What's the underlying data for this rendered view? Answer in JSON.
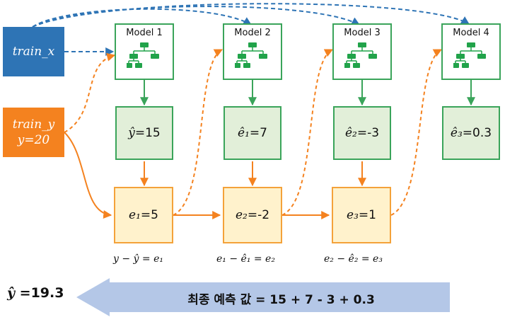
{
  "inputs": {
    "train_x": "train_x",
    "train_y_line1": "train_y",
    "train_y_line2": "y=20"
  },
  "models": [
    {
      "label": "Model 1"
    },
    {
      "label": "Model 2"
    },
    {
      "label": "Model 3"
    },
    {
      "label": "Model 4"
    }
  ],
  "predictions": [
    {
      "symbol": "ŷ",
      "value": " =15"
    },
    {
      "symbol": "ê₁",
      "value": " =7"
    },
    {
      "symbol": "ê₂",
      "value": " =-3"
    },
    {
      "symbol": "ê₃",
      "value": " =0.3"
    }
  ],
  "errors": [
    {
      "symbol": "e₁",
      "value": "=5"
    },
    {
      "symbol": "e₂",
      "value": "=-2"
    },
    {
      "symbol": "e₃",
      "value": "=1"
    }
  ],
  "formulas": [
    "y − ŷ = e₁",
    "e₁ − ê₁ = e₂",
    "e₂ − ê₂ = e₃"
  ],
  "final": {
    "symbol": "ŷ",
    "value": " =19.3",
    "text": "최종 예측 값 = 15 + 7 - 3 + 0.3"
  },
  "colors": {
    "blue": "#2e74b5",
    "orange": "#f4821f",
    "green": "#3aa45a",
    "arrow_fill": "#b4c7e7"
  }
}
